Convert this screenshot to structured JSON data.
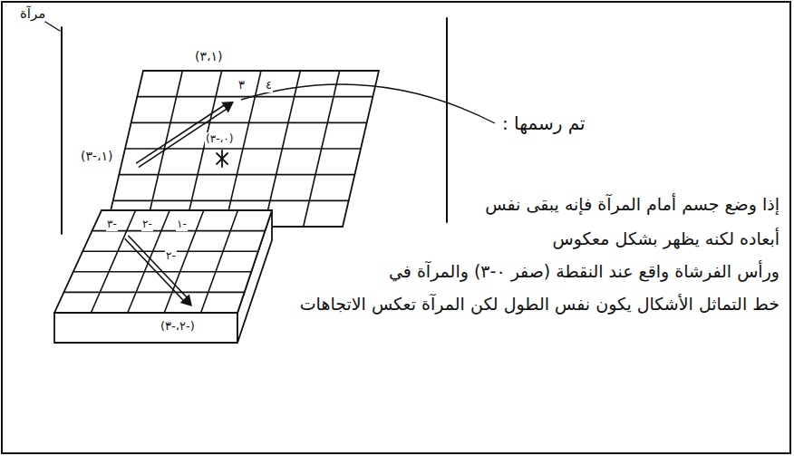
{
  "diagram": {
    "labels": [
      "مرآة",
      "(٣،١)",
      "٣",
      "٤",
      "(١،-٣)",
      "(٠،-٣)",
      "-٣",
      "-٢",
      "-١",
      "-٢",
      "(-٢،-٣)",
      "تم رسمها :",
      "إذا وضع جسم أمام المرآة فإنه يبقى نفس",
      "أبعاده لكنه يظهر بشكل معكوس",
      "ورأس الفرشاة واقع عند النقطة (صفر ٠-٣) والمرآة في",
      "خط التماثل الأشكال يكون نفس الطول لكن المرآة تعكس الاتجاهات"
    ]
  }
}
